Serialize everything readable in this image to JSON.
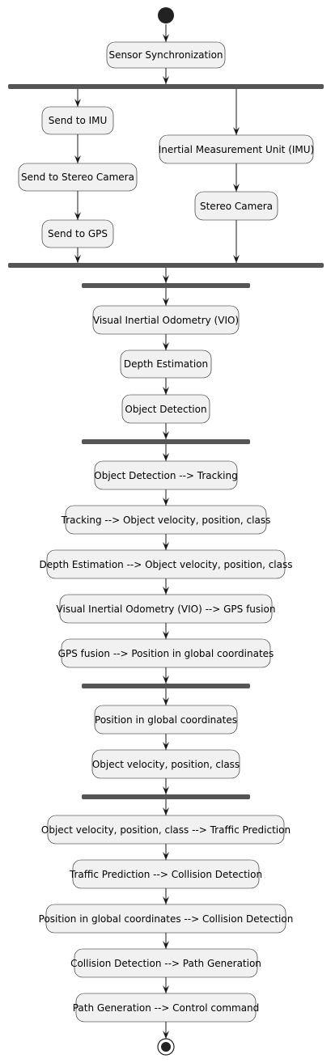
{
  "activities": {
    "sensor_sync": "Sensor Synchronization",
    "send_imu": "Send to IMU",
    "send_stereo": "Send to Stereo Camera",
    "send_gps": "Send to GPS",
    "imu": "Inertial Measurement Unit (IMU)",
    "stereo_camera": "Stereo Camera",
    "vio": "Visual Inertial Odometry (VIO)",
    "depth_estimation": "Depth Estimation",
    "object_detection": "Object Detection",
    "od_tracking": "Object Detection --> Tracking",
    "tracking_ovpc": "Tracking --> Object velocity, position, class",
    "depth_ovpc": "Depth Estimation --> Object velocity, position, class",
    "vio_gps": "Visual Inertial Odometry (VIO) --> GPS fusion",
    "gps_position": "GPS fusion --> Position in global coordinates",
    "position_global": "Position in global coordinates",
    "ovpc": "Object velocity, position, class",
    "ovpc_traffic": "Object velocity, position, class --> Traffic Prediction",
    "traffic_collision": "Traffic Prediction --> Collision Detection",
    "position_collision": "Position in global coordinates --> Collision Detection",
    "collision_path": "Collision Detection --> Path Generation",
    "path_control": "Path Generation --> Control command"
  }
}
